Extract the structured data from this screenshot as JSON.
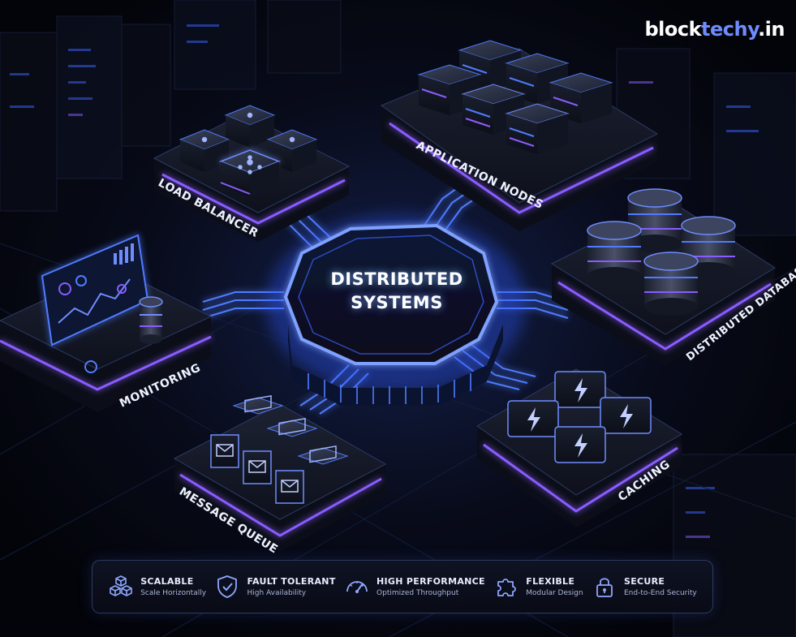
{
  "brand": {
    "part1": "block",
    "part2": "techy",
    "part3": ".in"
  },
  "hub": {
    "line1": "DISTRIBUTED",
    "line2": "SYSTEMS"
  },
  "modules": {
    "load_balancer": "LOAD BALANCER",
    "application_nodes": "APPLICATION NODES",
    "distributed_database": "DISTRIBUTED DATABASE",
    "monitoring": "MONITORING",
    "message_queue": "MESSAGE QUEUE",
    "caching": "CACHING"
  },
  "features": [
    {
      "title": "SCALABLE",
      "subtitle": "Scale Horizontally",
      "icon": "cubes-icon"
    },
    {
      "title": "FAULT TOLERANT",
      "subtitle": "High Availability",
      "icon": "shield-check-icon"
    },
    {
      "title": "HIGH PERFORMANCE",
      "subtitle": "Optimized Throughput",
      "icon": "gauge-icon"
    },
    {
      "title": "FLEXIBLE",
      "subtitle": "Modular Design",
      "icon": "puzzle-icon"
    },
    {
      "title": "SECURE",
      "subtitle": "End-to-End Security",
      "icon": "lock-icon"
    }
  ],
  "colors": {
    "background": "#05060c",
    "accent_blue": "#4f7bff",
    "accent_purple": "#9b5cff",
    "brand_blue": "#6f8cff"
  }
}
